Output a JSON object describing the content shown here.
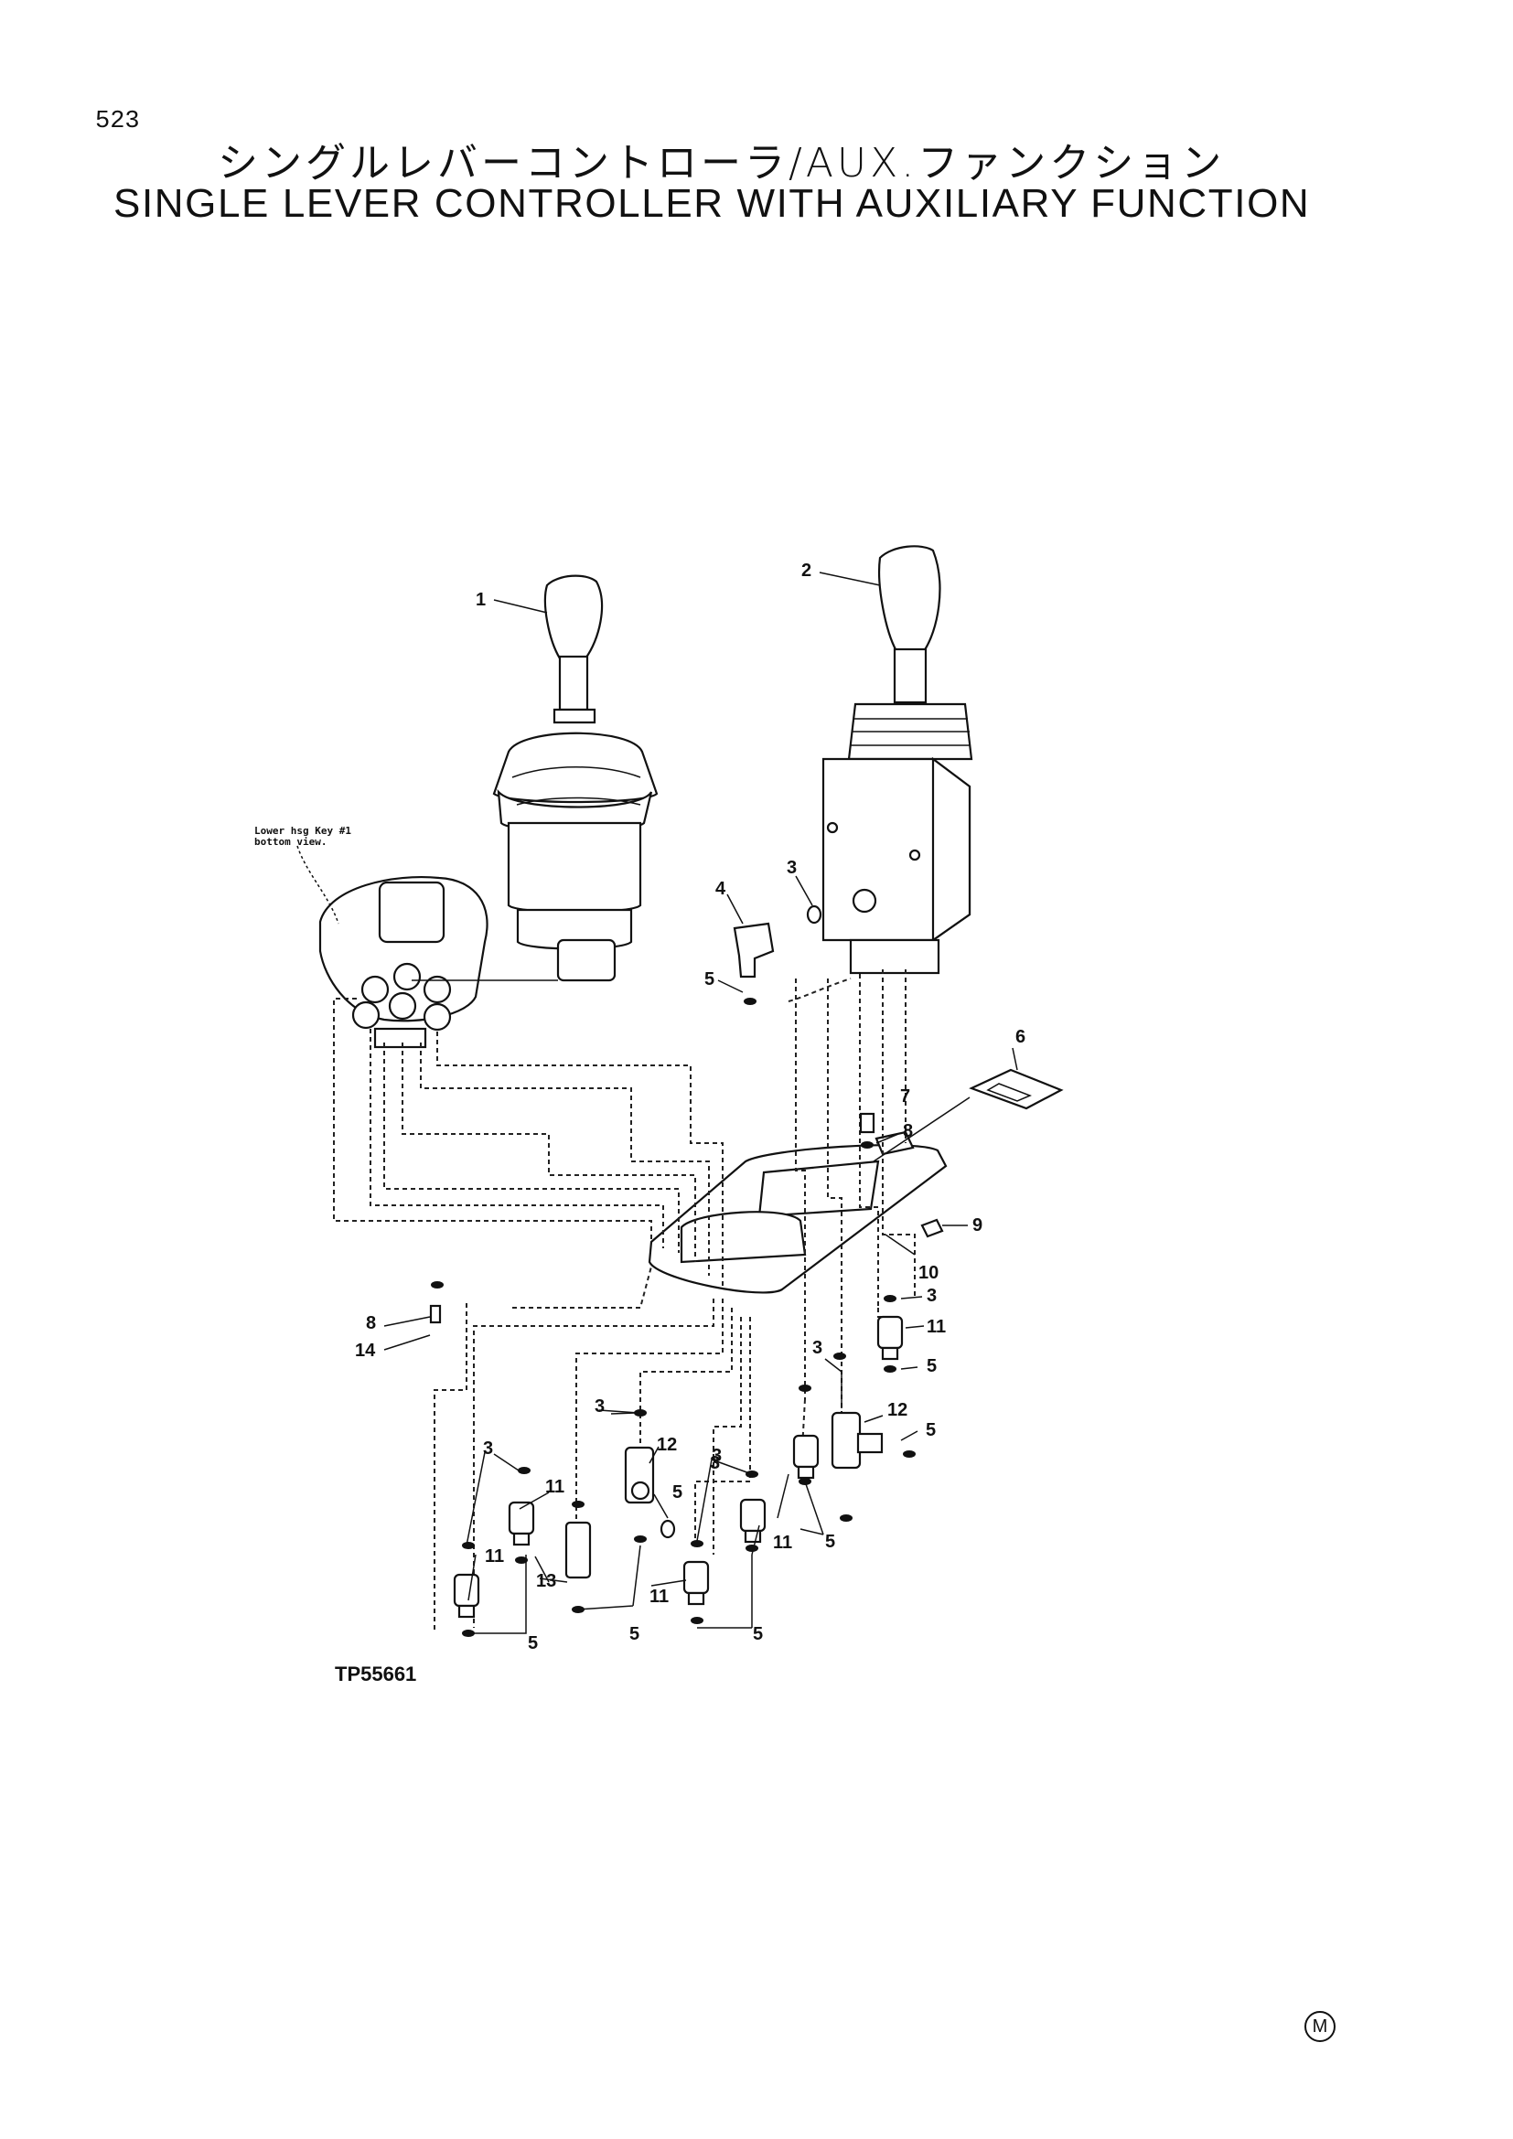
{
  "page_number": "523",
  "title_jp": "シングルレバーコントローラ/AUX.ファンクション",
  "title_en": "SINGLE LEVER CONTROLLER WITH AUXILIARY FUNCTION",
  "figure_id": "TP55661",
  "manufacturer_mark": "M",
  "inset_note": {
    "line1": "Lower hsg Key #1",
    "line2": "bottom view."
  },
  "callouts": {
    "c1": "1",
    "c2": "2",
    "c3": "3",
    "c4": "4",
    "c5": "5",
    "c6": "6",
    "c7": "7",
    "c8": "8",
    "c9": "9",
    "c10": "10",
    "c11": "11",
    "c12": "12",
    "c13": "13",
    "c14": "14"
  }
}
